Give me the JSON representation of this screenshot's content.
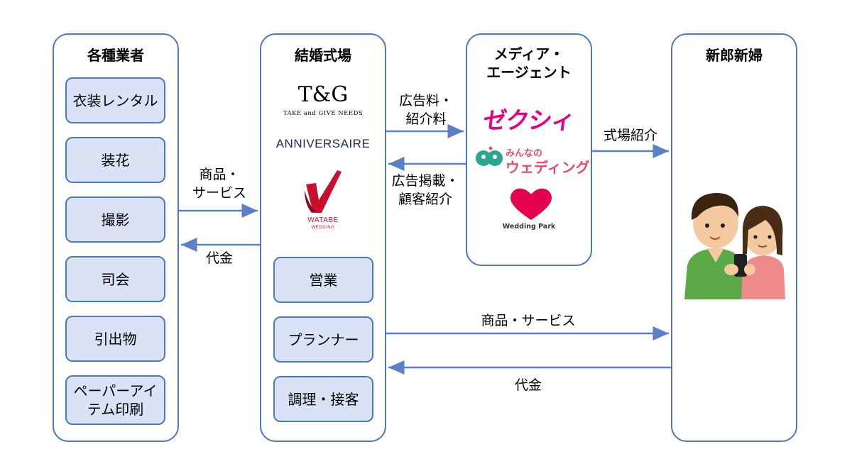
{
  "vendors": {
    "title": "各種業者",
    "items": [
      "衣装レンタル",
      "装花",
      "撮影",
      "司会",
      "引出物",
      "ペーパーアイ\nテム印刷"
    ]
  },
  "venue": {
    "title": "結婚式場",
    "logos": {
      "tg_main": "T&G",
      "tg_sub": "TAKE and GIVE NEEDS",
      "anniversaire": "ANNIVERSAIRE",
      "watabe": "WATABE",
      "watabe_sub": "WEDDING"
    },
    "roles": [
      "営業",
      "プランナー",
      "調理・接客"
    ]
  },
  "media": {
    "title": "メディア・\nエージェント",
    "logos": {
      "zexy": "ゼクシィ",
      "minna_small": "みんなの",
      "minna_big": "ウェディング",
      "weddingpark": "Wedding Park"
    }
  },
  "couple": {
    "title": "新郎新婦"
  },
  "arrows": {
    "goods_services_left": "商品・\nサービス",
    "payment_left": "代金",
    "ad_fee": "広告料・\n紹介料",
    "ad_listing": "広告掲載・\n顧客紹介",
    "venue_intro": "式場紹介",
    "goods_services_bottom": "商品・サービス",
    "payment_bottom": "代金"
  },
  "colors": {
    "panel_border": "#4a78c2",
    "box_fill": "#d9e3f5",
    "zexy": "#e5007f",
    "watabe": "#c8102e"
  }
}
